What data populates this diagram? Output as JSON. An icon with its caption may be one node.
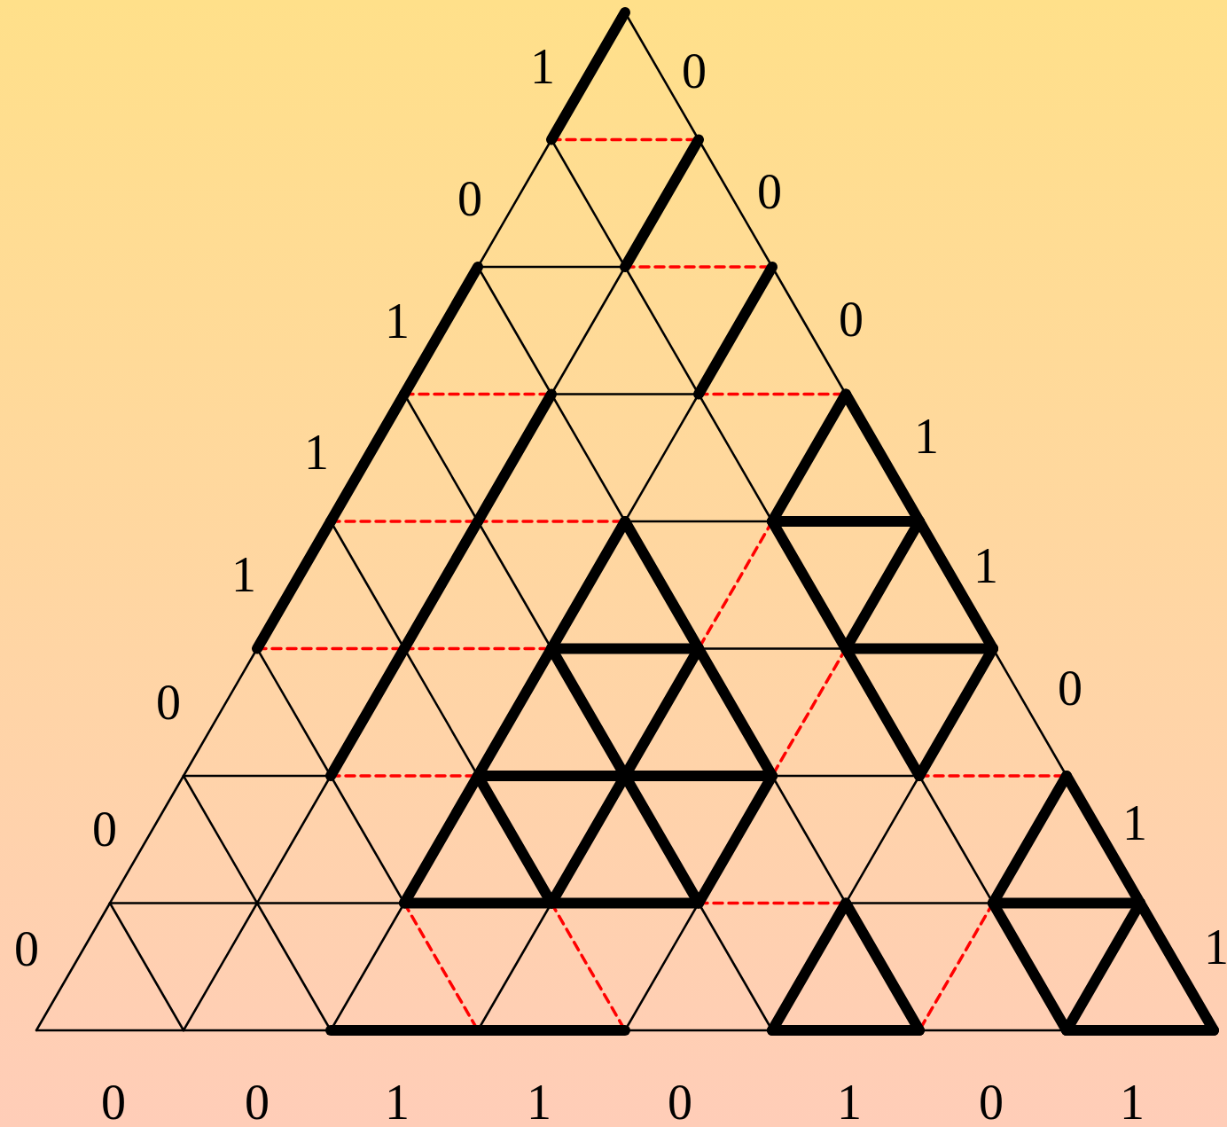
{
  "diagram": {
    "labels": [
      "1",
      "0",
      "0",
      "0",
      "1",
      "0",
      "1",
      "1",
      "1",
      "1",
      "0",
      "0",
      "0",
      "1",
      "0",
      "1",
      "0",
      "0",
      "1",
      "1",
      "0",
      "1",
      "0",
      "1"
    ]
  }
}
